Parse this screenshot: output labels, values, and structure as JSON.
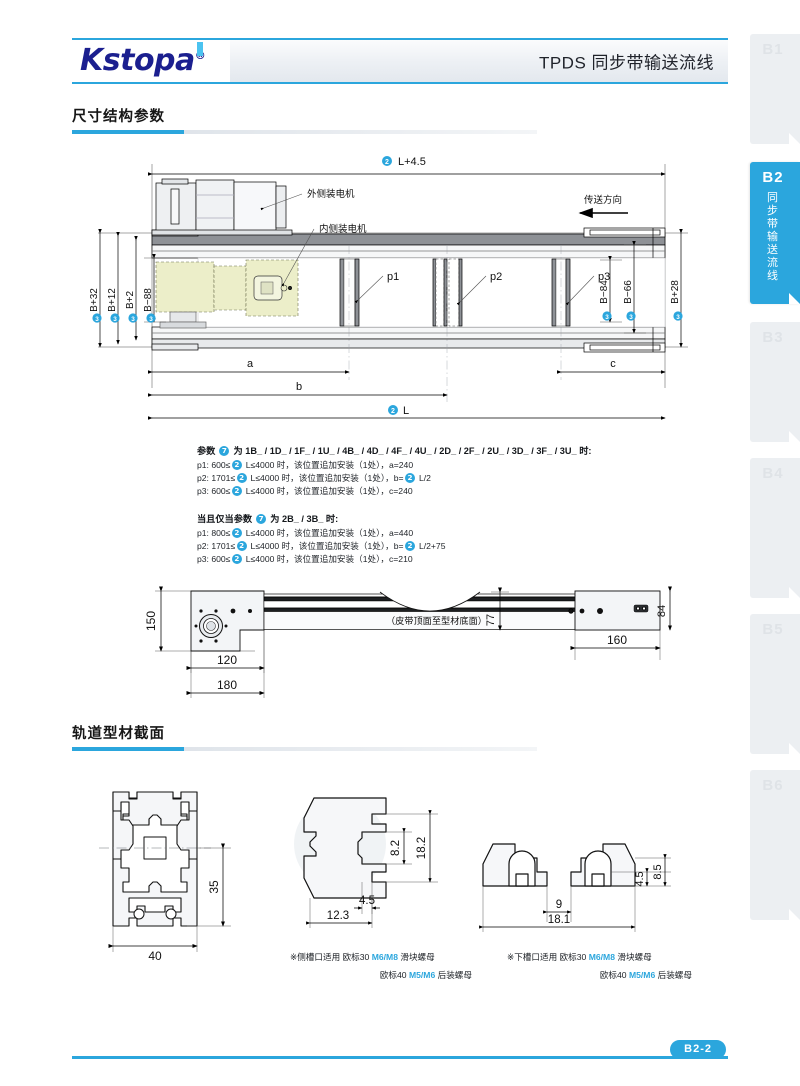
{
  "header": {
    "logo_text": "Kstopa",
    "logo_registered": "®",
    "title": "TPDS 同步带输送流线"
  },
  "sections": {
    "dimensions": {
      "label": "尺寸结构参数"
    },
    "profile": {
      "label": "轨道型材截面"
    }
  },
  "tabs": [
    {
      "code": "B1",
      "vertical": "",
      "active": false
    },
    {
      "code": "B2",
      "vertical": "同步带输送流线",
      "active": true
    },
    {
      "code": "B3",
      "vertical": "",
      "active": false
    },
    {
      "code": "B4",
      "vertical": "",
      "active": false
    },
    {
      "code": "B5",
      "vertical": "",
      "active": false
    },
    {
      "code": "B6",
      "vertical": "",
      "active": false
    }
  ],
  "plan_view": {
    "top_dim": "L+4.5",
    "top_dim_circle": "2",
    "callout_outer_motor": "外侧装电机",
    "callout_inner_motor": "内侧装电机",
    "feed_direction": "传送方向",
    "pulleys": [
      "p1",
      "p2",
      "p3"
    ],
    "left_dims": [
      {
        "circle": "3",
        "text": "B+32"
      },
      {
        "circle": "3",
        "text": "B+12"
      },
      {
        "circle": "3",
        "text": "B+2"
      },
      {
        "circle": "3",
        "text": "B−88"
      }
    ],
    "right_dims": [
      {
        "circle": "3",
        "text": "B−84"
      },
      {
        "circle": "3",
        "text": "B−66"
      },
      {
        "circle": "3",
        "text": "B+28"
      }
    ],
    "bottom_dims": [
      "a",
      "b",
      "c"
    ],
    "overall_dim": "L",
    "overall_dim_circle": "2"
  },
  "params": {
    "block1": {
      "heading_pre": "参数",
      "heading_circle": "7",
      "heading_post": "为 1B_ / 1D_ / 1F_ / 1U_ / 4B_ / 4D_ / 4F_ / 4U_ / 2D_ / 2F_ / 2U_ / 3D_ / 3F_ / 3U_ 时:",
      "lines": [
        {
          "prefix": "p1:  600≤",
          "circle1": "2",
          "mid": " L≤4000 时，该位置追加安装（1处），a=240",
          "circle2": "",
          "suffix": ""
        },
        {
          "prefix": "p2:  1701≤",
          "circle1": "2",
          "mid": " L≤4000 时，该位置追加安装（1处），b=",
          "circle2": "2",
          "suffix": " L/2"
        },
        {
          "prefix": "p3:  600≤",
          "circle1": "2",
          "mid": " L≤4000 时，该位置追加安装（1处），c=240",
          "circle2": "",
          "suffix": ""
        }
      ]
    },
    "block2": {
      "heading_pre": "当且仅当参数",
      "heading_circle": "7",
      "heading_post": "为 2B_ / 3B_ 时:",
      "lines": [
        {
          "prefix": "p1:  800≤",
          "circle1": "2",
          "mid": " L≤4000 时，该位置追加安装（1处），a=440",
          "circle2": "",
          "suffix": ""
        },
        {
          "prefix": "p2:  1701≤",
          "circle1": "2",
          "mid": " L≤4000 时，该位置追加安装（1处），b=",
          "circle2": "2",
          "suffix": " L/2+75"
        },
        {
          "prefix": "p3:  600≤",
          "circle1": "2",
          "mid": " L≤4000 时，该位置追加安装（1处），c=210",
          "circle2": "",
          "suffix": ""
        }
      ]
    }
  },
  "side_view": {
    "dim_150": "150",
    "dim_120": "120",
    "dim_180": "180",
    "dim_77": "77",
    "dim_84": "84",
    "dim_160": "160",
    "note_77": "（皮带顶面至型材底面）"
  },
  "profile_section": {
    "main_profile": {
      "dim_width": "40",
      "dim_height": "35"
    },
    "slot_detail": {
      "dim_18_2": "18.2",
      "dim_8_2": "8.2",
      "dim_4_5": "4.5",
      "dim_12_3": "12.3"
    },
    "nut_detail": {
      "dim_9": "9",
      "dim_18_1": "18.1",
      "dim_4_5": "4.5",
      "dim_8_5": "8.5"
    },
    "note_left_1_pre": "※侧槽口适用 欧标30 ",
    "note_left_1_m": "M6/M8",
    "note_left_1_post": " 滑块螺母",
    "note_left_2_pre": "欧标40 ",
    "note_left_2_m": "M5/M6",
    "note_left_2_post": " 后装螺母",
    "note_right_1_pre": "※下槽口适用 欧标30 ",
    "note_right_1_m": "M6/M8",
    "note_right_1_post": " 滑块螺母",
    "note_right_2_pre": "欧标40 ",
    "note_right_2_m": "M5/M6",
    "note_right_2_post": " 后装螺母"
  },
  "footer": {
    "page_code": "B2-2"
  },
  "colors": {
    "accent": "#2ba6dd",
    "logo": "#1b1f8f",
    "tab_inactive": "#eceff2",
    "drawing_fill": "#f2f4f6",
    "motor_highlight": "#eceec9"
  }
}
